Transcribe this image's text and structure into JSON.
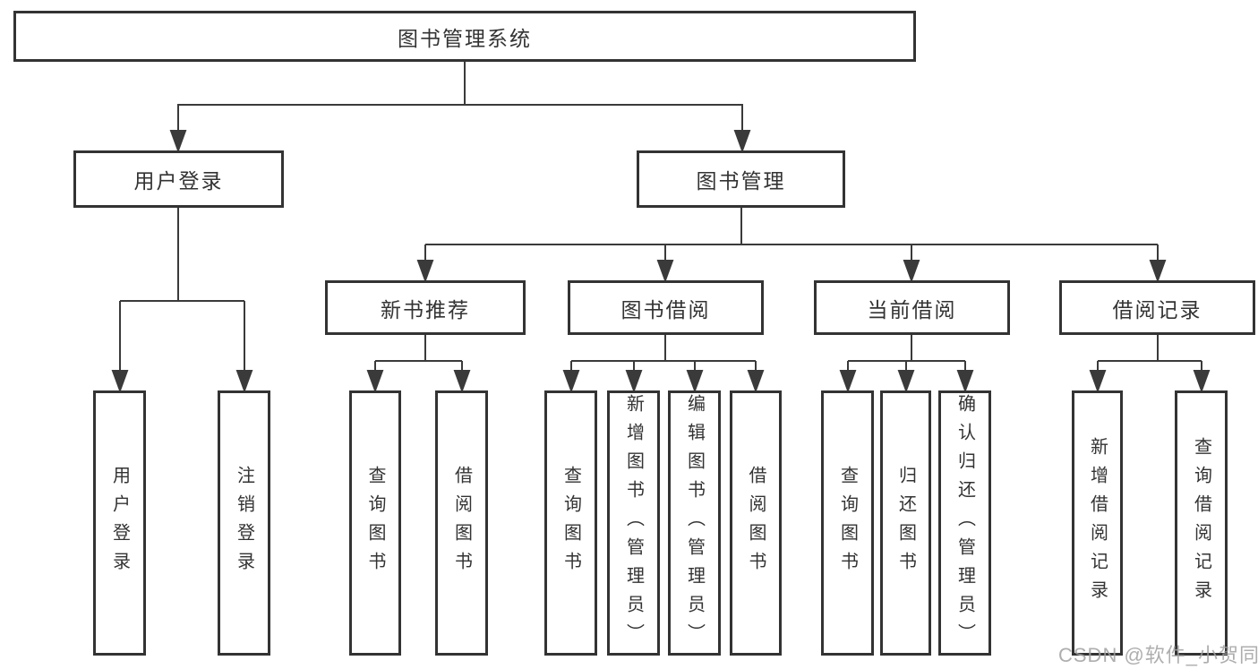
{
  "diagram": {
    "root": {
      "label": "图书管理系统"
    },
    "level2": [
      {
        "label": "用户登录"
      },
      {
        "label": "图书管理"
      }
    ],
    "level3": [
      {
        "label": "新书推荐"
      },
      {
        "label": "图书借阅"
      },
      {
        "label": "当前借阅"
      },
      {
        "label": "借阅记录"
      }
    ],
    "leaves": {
      "login": [
        "用户登录",
        "注销登录"
      ],
      "recommend": [
        "查询图书",
        "借阅图书"
      ],
      "borrow": [
        "查询图书",
        "新增图书（管理员）",
        "编辑图书（管理员）",
        "借阅图书"
      ],
      "current": [
        "查询图书",
        "归还图书",
        "确认归还（管理员）"
      ],
      "records": [
        "新增借阅记录",
        "查询借阅记录"
      ]
    }
  },
  "colors": {
    "line": "#3a3a3a",
    "text": "#333333",
    "watermark": "#a8a8a8",
    "background": "#ffffff"
  },
  "watermark": {
    "text": "CSDN @软件_小贺同学"
  }
}
